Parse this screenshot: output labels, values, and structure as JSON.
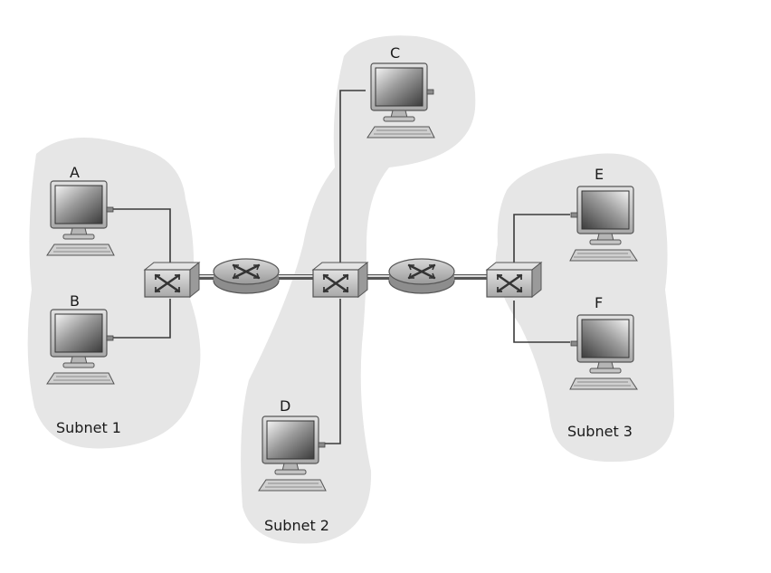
{
  "hosts": {
    "a": {
      "label": "A"
    },
    "b": {
      "label": "B"
    },
    "c": {
      "label": "C"
    },
    "d": {
      "label": "D"
    },
    "e": {
      "label": "E"
    },
    "f": {
      "label": "F"
    }
  },
  "subnets": {
    "subnet_1": {
      "label": "Subnet 1"
    },
    "subnet_2": {
      "label": "Subnet 2"
    },
    "subnet_3": {
      "label": "Subnet 3"
    }
  },
  "icons": {
    "host": "computer-icon",
    "switch": "switch-icon",
    "router": "router-icon"
  },
  "colors": {
    "subnet_region": "#e6e6e6",
    "link": "#3a3a3a",
    "device_body": "#bcbcbc",
    "device_dark": "#6b6b6b"
  }
}
